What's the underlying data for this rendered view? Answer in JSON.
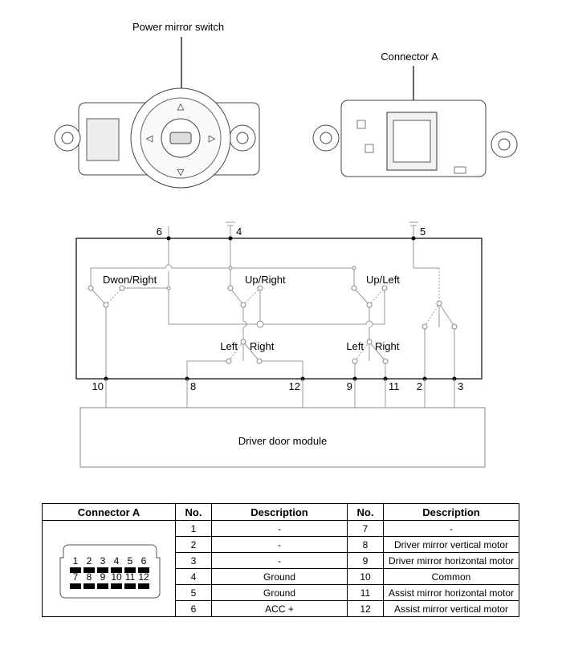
{
  "labels": {
    "switch": "Power mirror switch",
    "connector": "Connector A"
  },
  "schematic": {
    "pins_top": [
      "6",
      "4",
      "5"
    ],
    "pins_bottom": [
      "10",
      "8",
      "12",
      "9",
      "11",
      "2",
      "3"
    ],
    "switches": [
      "Dwon/Right",
      "Up/Right",
      "Up/Left",
      "Left",
      "Right",
      "Left",
      "Right"
    ],
    "module": "Driver door module"
  },
  "table": {
    "headers": [
      "Connector A",
      "No.",
      "Description",
      "No.",
      "Description"
    ],
    "connector_pins": [
      "1",
      "2",
      "3",
      "4",
      "5",
      "6",
      "7",
      "8",
      "9",
      "10",
      "11",
      "12"
    ],
    "rows": [
      {
        "no1": "1",
        "d1": "-",
        "no2": "7",
        "d2": "-"
      },
      {
        "no1": "2",
        "d1": "-",
        "no2": "8",
        "d2": "Driver mirror vertical motor"
      },
      {
        "no1": "3",
        "d1": "-",
        "no2": "9",
        "d2": "Driver mirror horizontal motor"
      },
      {
        "no1": "4",
        "d1": "Ground",
        "no2": "10",
        "d2": "Common"
      },
      {
        "no1": "5",
        "d1": "Ground",
        "no2": "11",
        "d2": "Assist mirror horizontal motor"
      },
      {
        "no1": "6",
        "d1": "ACC +",
        "no2": "12",
        "d2": "Assist mirror vertical motor"
      }
    ]
  }
}
